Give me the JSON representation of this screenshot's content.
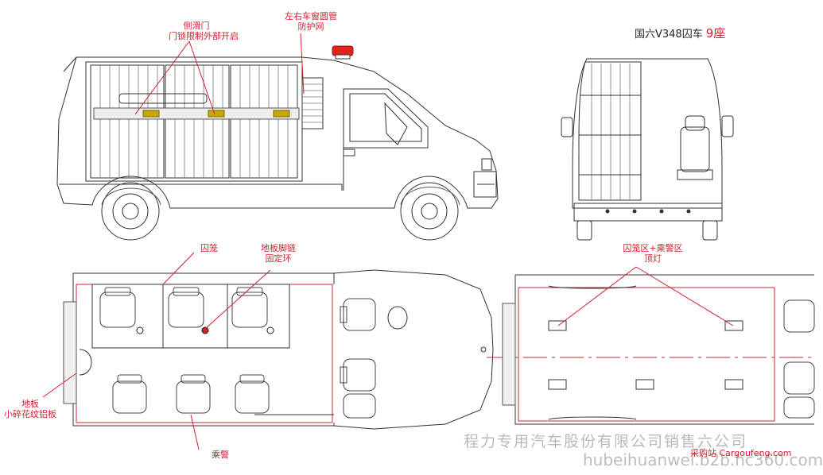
{
  "title": {
    "text": "国六V348囚车",
    "seats": "9座"
  },
  "labels": {
    "sliding_door_line1": "侧滑门",
    "sliding_door_line2": "门锁限制外部开启",
    "window_guard_line1": "左右车窗圆管",
    "window_guard_line2": "防护网",
    "cage": "囚笼",
    "floor_chain_line1": "地板脚链",
    "floor_chain_line2": "固定环",
    "ceiling_light_line1": "囚笼区+乘警区",
    "ceiling_light_line2": "顶灯",
    "floor_line1": "地板",
    "floor_line2": "小碎花纹铝板",
    "police_seat": "乘警"
  },
  "watermarks": {
    "company": "程力专用汽车股份有限公司销售六公司",
    "site": "hubeihuanwei.b2b.hc360.com",
    "cargo": "采购站 Cargoufeng.com"
  },
  "colors": {
    "annotation": "#d2202f",
    "line": "#333333",
    "beacon": "#e0241b",
    "latch": "#c8a800"
  }
}
